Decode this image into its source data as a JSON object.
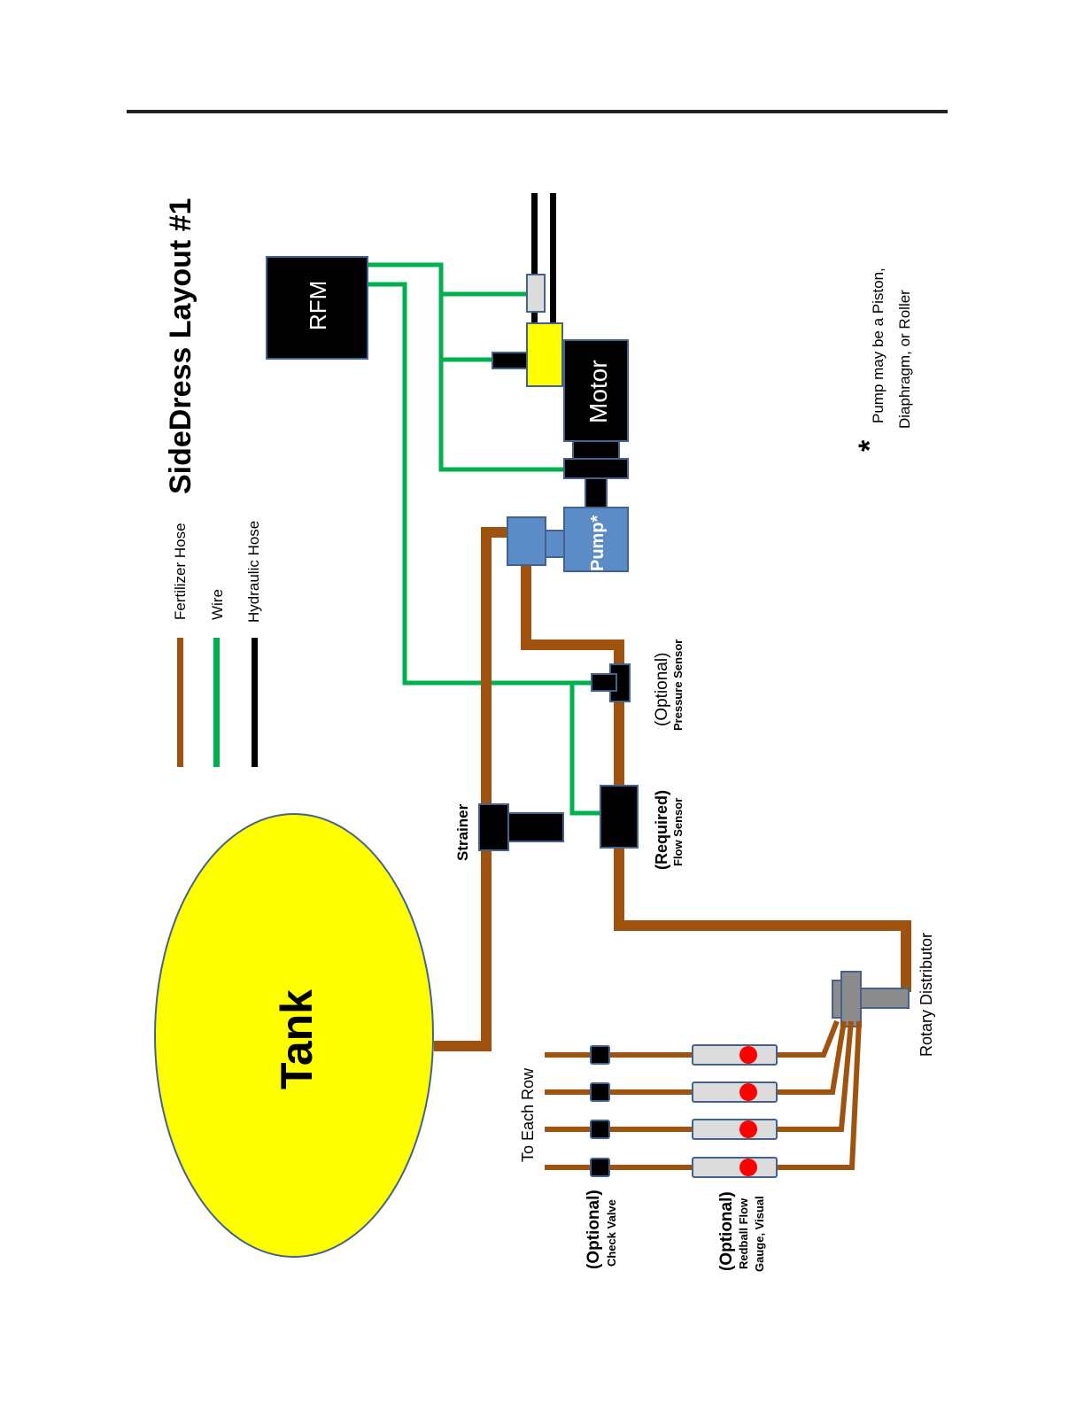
{
  "title": "SideDress Layout #1",
  "legend": {
    "items": [
      {
        "label": "Fertilizer Hose",
        "color": "#A0520F"
      },
      {
        "label": "Wire",
        "color": "#00B050"
      },
      {
        "label": "Hydraulic Hose",
        "color": "#000000"
      }
    ]
  },
  "components": {
    "rfm": "RFM",
    "motor": "Motor",
    "pump": "Pump*",
    "tank": "Tank",
    "strainer": "Strainer",
    "pressure_sensor": {
      "qualifier": "(Optional)",
      "name": "Pressure Sensor"
    },
    "flow_sensor": {
      "qualifier": "(Required)",
      "name": "Flow Sensor"
    },
    "rotary_distributor": "Rotary Distributor",
    "to_each_row": "To Each Row",
    "check_valve": {
      "qualifier": "(Optional)",
      "name": "Check Valve"
    },
    "redball": {
      "qualifier": "(Optional)",
      "line1": "Redball Flow",
      "line2": "Gauge, Visual"
    }
  },
  "footnote": {
    "asterisk": "*",
    "line1": "Pump may be a Piston,",
    "line2": "Diaphragm,  or Roller"
  },
  "colors": {
    "fertilizer": "#A0520F",
    "wire": "#00B050",
    "hydraulic": "#000000",
    "tank_fill": "#FFFF00",
    "pump_fill": "#5B8CC8",
    "outline": "#41638E",
    "distributor_fill": "#8C8C8C",
    "gauge_fill": "#DCDCDC",
    "redball": "#FF0000"
  },
  "rows": {
    "count": 4
  }
}
